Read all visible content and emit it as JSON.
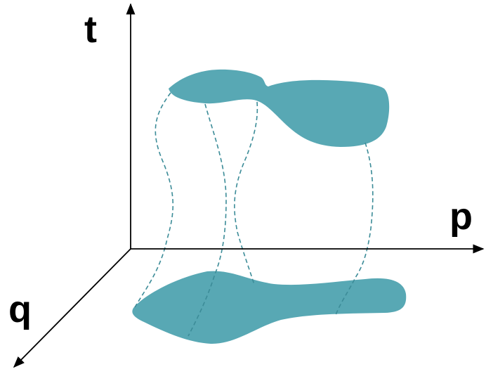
{
  "axes": {
    "t_label": "t",
    "p_label": "p",
    "q_label": "q"
  },
  "colors": {
    "blob_fill": "#58a8b4",
    "trajectory_stroke": "#3c8c98",
    "axis_stroke": "#000000"
  }
}
